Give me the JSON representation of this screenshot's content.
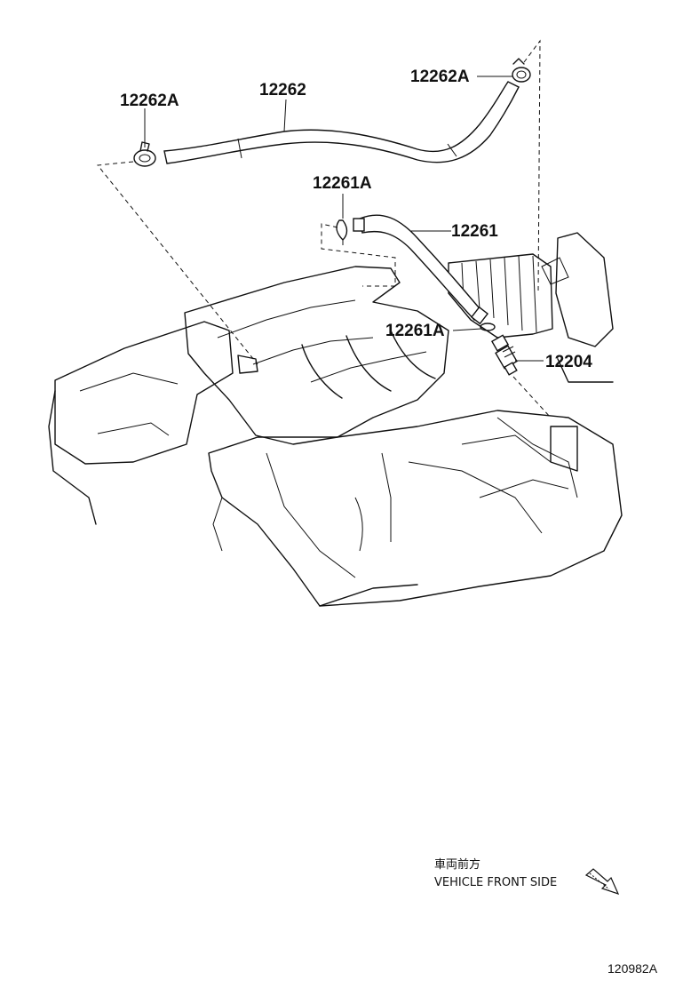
{
  "callouts": [
    {
      "id": "c1",
      "text": "12262A"
    },
    {
      "id": "c2",
      "text": "12262"
    },
    {
      "id": "c3",
      "text": "12262A"
    },
    {
      "id": "c4",
      "text": "12261A"
    },
    {
      "id": "c5",
      "text": "12261"
    },
    {
      "id": "c6",
      "text": "12261A"
    },
    {
      "id": "c7",
      "text": "12204"
    }
  ],
  "orientation": {
    "japanese": "車両前方",
    "english": "VEHICLE FRONT SIDE"
  },
  "figure_code": "120982A"
}
